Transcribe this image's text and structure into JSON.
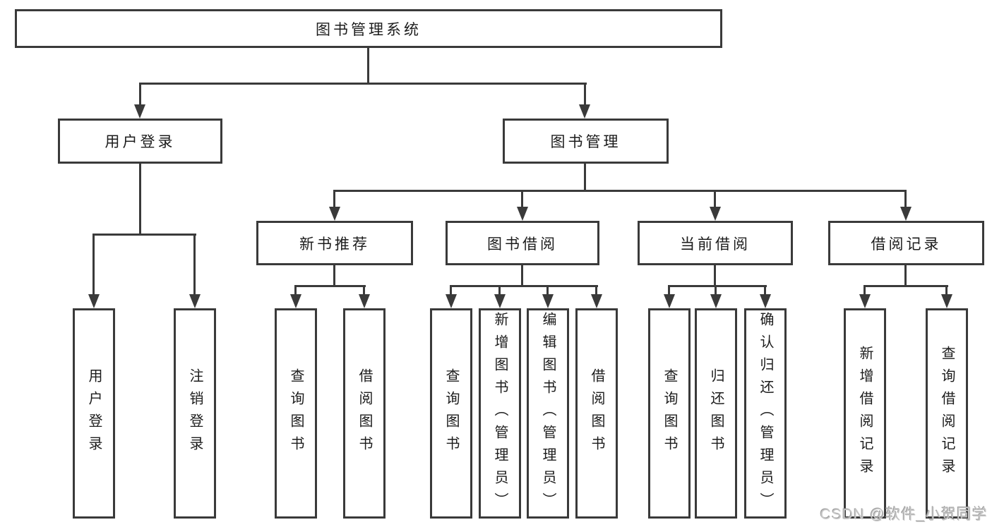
{
  "diagram": {
    "type": "tree",
    "title": "图书管理系统",
    "watermark": "CSDN @软件_小贺同学",
    "colors": {
      "background": "#ffffff",
      "line": "#3a3a3a",
      "text": "#1c1c1c",
      "watermark": "#c7c7c7"
    },
    "hierarchy": {
      "label": "图书管理系统",
      "children": [
        {
          "label": "用户登录",
          "children": [
            {
              "label": "用户登录"
            },
            {
              "label": "注销登录"
            }
          ]
        },
        {
          "label": "图书管理",
          "children": [
            {
              "label": "新书推荐",
              "children": [
                {
                  "label": "查询图书"
                },
                {
                  "label": "借阅图书"
                }
              ]
            },
            {
              "label": "图书借阅",
              "children": [
                {
                  "label": "查询图书"
                },
                {
                  "label": "新增图书（管理员）"
                },
                {
                  "label": "编辑图书（管理员）"
                },
                {
                  "label": "借阅图书"
                }
              ]
            },
            {
              "label": "当前借阅",
              "children": [
                {
                  "label": "查询图书"
                },
                {
                  "label": "归还图书"
                },
                {
                  "label": "确认归还（管理员）"
                }
              ]
            },
            {
              "label": "借阅记录",
              "children": [
                {
                  "label": "新增借阅记录"
                },
                {
                  "label": "查询借阅记录"
                }
              ]
            }
          ]
        }
      ]
    }
  }
}
